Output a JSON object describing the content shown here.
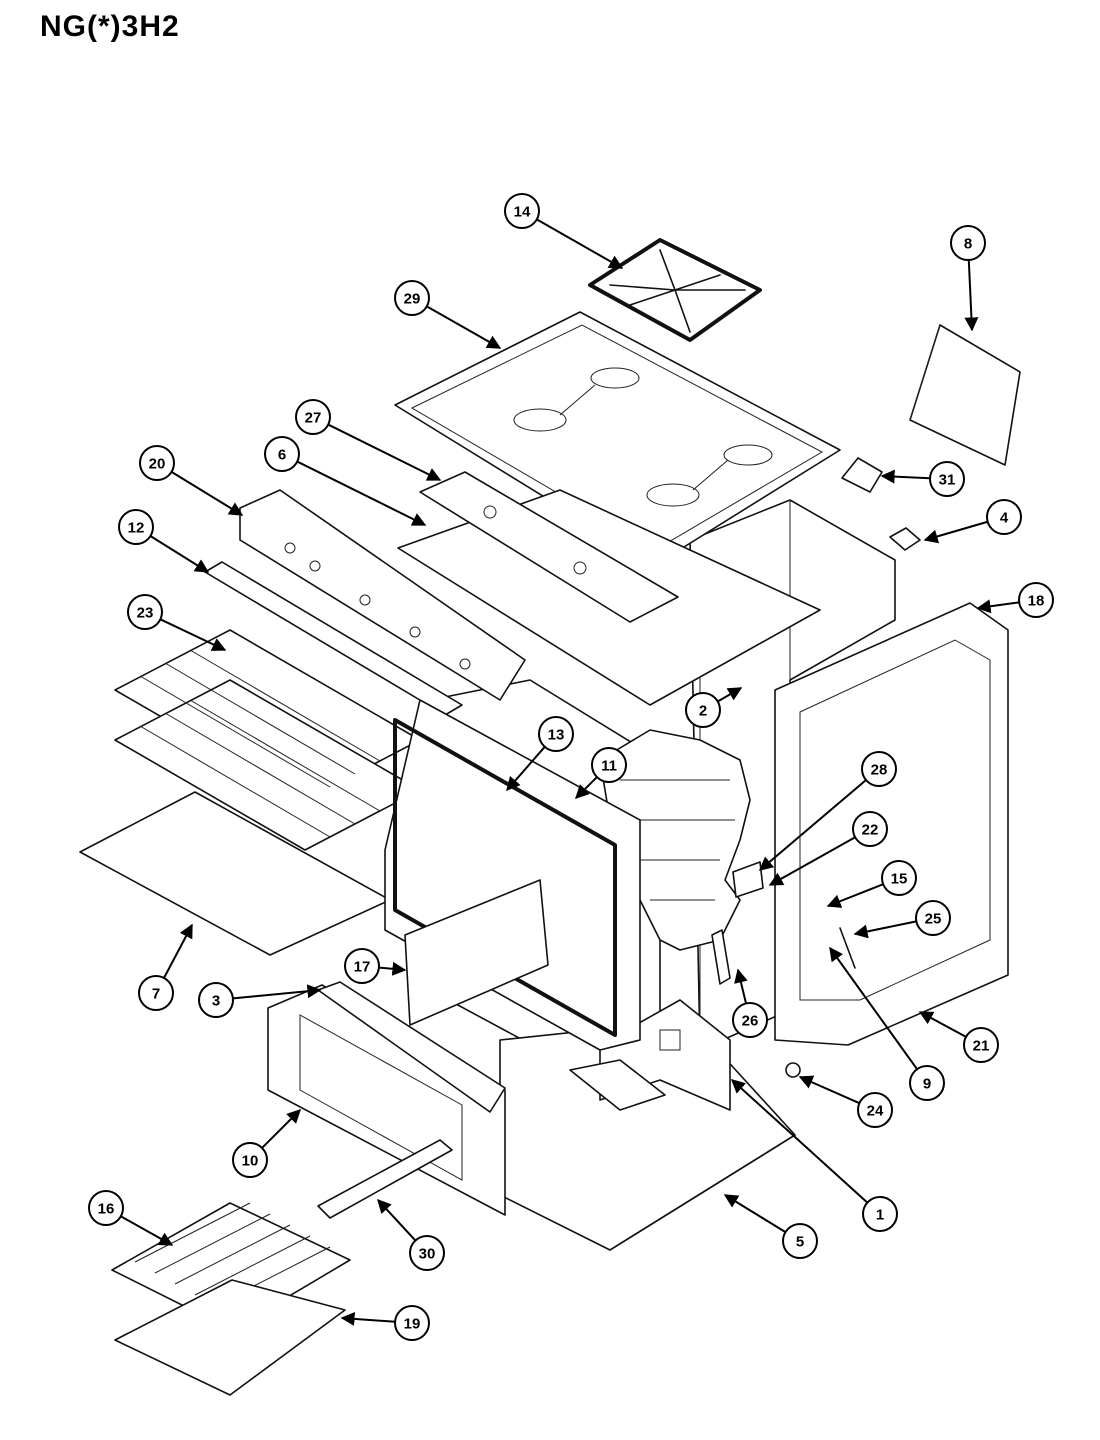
{
  "title": "NG(*)3H2",
  "callouts": [
    "14",
    "8",
    "29",
    "27",
    "31",
    "20",
    "6",
    "4",
    "12",
    "18",
    "23",
    "2",
    "13",
    "11",
    "28",
    "22",
    "15",
    "25",
    "17",
    "26",
    "3",
    "7",
    "21",
    "9",
    "24",
    "10",
    "1",
    "16",
    "30",
    "5",
    "19"
  ]
}
